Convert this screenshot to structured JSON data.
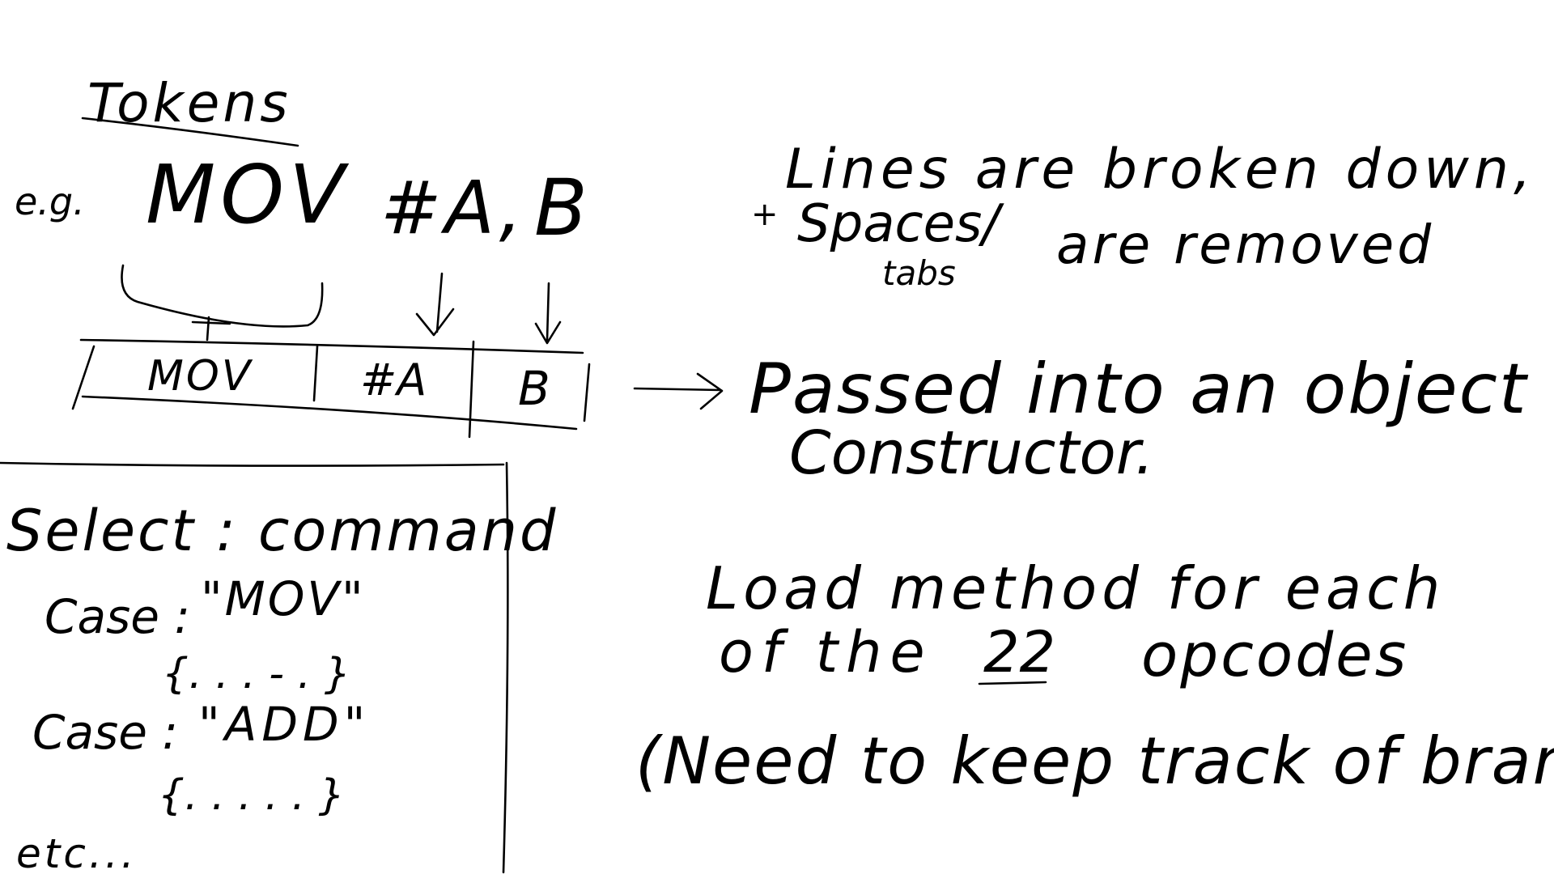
{
  "heading": "Tokens",
  "example_label": "e.g.",
  "instruction": {
    "opcode": "MOV",
    "operand1": "#A,",
    "operand2": "B"
  },
  "token_cells": [
    "MOV",
    "#A",
    "B"
  ],
  "select_block": {
    "header": "Select : command",
    "case1_label": "Case :",
    "case1_value": "\"MOV\"",
    "case1_body": "{. . .   -  . }",
    "case2_label": "Case :",
    "case2_value": "\"ADD\"",
    "case2_body": "{. . . . . }",
    "footer": "etc..."
  },
  "notes": {
    "line1": "Lines are broken down,",
    "line2_plus": "+",
    "line2a": "Spaces/",
    "line2b": "are removed",
    "line2_sub": "tabs",
    "passed_line1": "Passed into an object",
    "passed_line2": "Constructor.",
    "load_line1": "Load method for each",
    "load_line2_a": "of the",
    "load_line2_num": "22",
    "load_line2_b": "opcodes",
    "need_line": "(Need to keep track of branches)"
  }
}
